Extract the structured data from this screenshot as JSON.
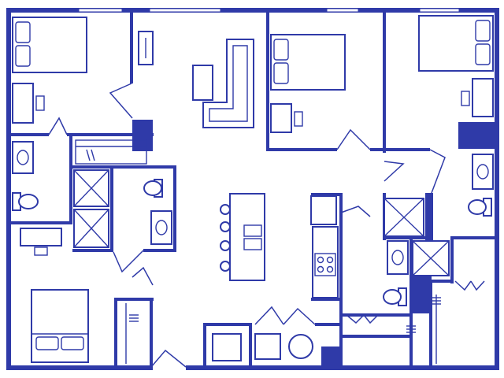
{
  "plan": {
    "type": "apartment floor plan",
    "line_color": "#2f3aa8",
    "background_color": "#ffffff",
    "bedrooms": 4,
    "bathrooms": 4,
    "rooms": [
      {
        "name": "bedroom-top-left",
        "contains": [
          "bed",
          "desk",
          "chair"
        ]
      },
      {
        "name": "living-room",
        "contains": [
          "tv-stand",
          "ottoman",
          "sectional-sofa"
        ]
      },
      {
        "name": "bedroom-top-center",
        "contains": [
          "bed",
          "desk",
          "chair"
        ]
      },
      {
        "name": "bedroom-top-right",
        "contains": [
          "bed",
          "desk",
          "chair"
        ]
      },
      {
        "name": "bedroom-bottom-left",
        "contains": [
          "bed",
          "desk",
          "chair"
        ]
      },
      {
        "name": "kitchen",
        "contains": [
          "island",
          "sink",
          "stools",
          "fridge",
          "range"
        ]
      },
      {
        "name": "laundry",
        "contains": [
          "washer",
          "dryer"
        ]
      },
      {
        "name": "bathroom-left-upper",
        "contains": [
          "sink",
          "toilet"
        ]
      },
      {
        "name": "bathroom-left-lower",
        "contains": [
          "shower",
          "toilet",
          "sink"
        ]
      },
      {
        "name": "bathroom-center-right",
        "contains": [
          "shower",
          "sink",
          "toilet"
        ]
      },
      {
        "name": "bathroom-right",
        "contains": [
          "shower",
          "sink",
          "toilet"
        ]
      }
    ]
  }
}
